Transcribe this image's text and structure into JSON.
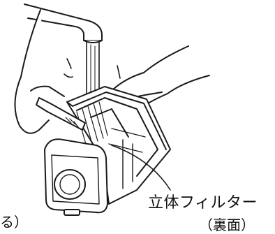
{
  "labels": {
    "caption_main": "立体フィルター",
    "caption_sub": "（裏面）",
    "caption_cut": "る）"
  }
}
